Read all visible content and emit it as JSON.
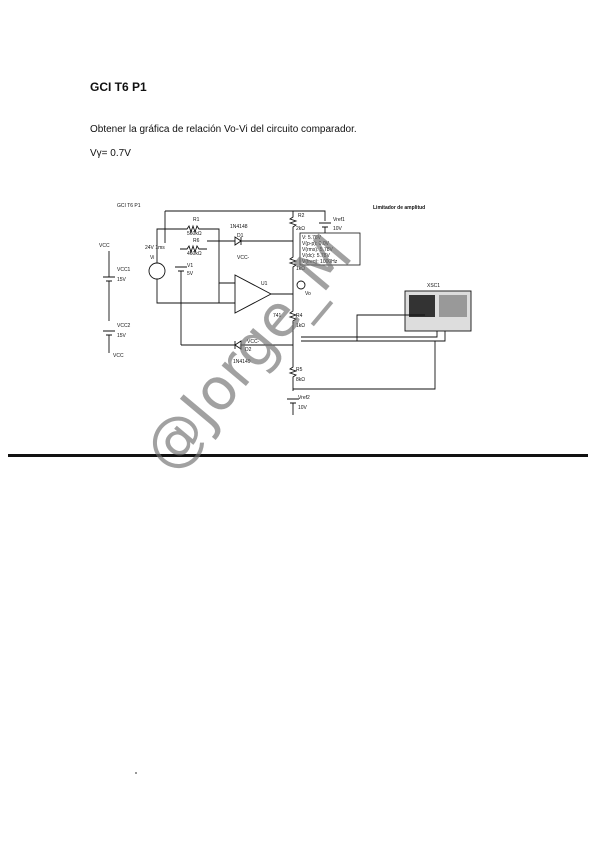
{
  "document": {
    "title": "GCI T6 P1",
    "prompt": "Obtener la gráfica de relación Vo-Vi del circuito comparador.",
    "vgamma": "Vγ= 0.7V",
    "watermark": "@Jorge_M"
  },
  "schematic": {
    "sheet_title": "GCI T6 P1",
    "limiter_title": "Limitador de amplitud",
    "components": {
      "r1": "R1",
      "r1_val": "560kΩ",
      "r6": "R6",
      "r6_val": "460kΩ",
      "r2": "R2",
      "r2_val": "2kΩ",
      "r4": "R4",
      "r5": "R5",
      "r5_val": "8kΩ",
      "r3_val": "1kΩ",
      "r4_val": "1kΩ",
      "d1": "1N4148",
      "d1_ref": "D1",
      "d2": "1N4149",
      "d2_ref": "D2",
      "u1": "U1",
      "v1": "V1",
      "v1_val": "5V",
      "vi": "Vi",
      "vi_val": "24V 1ms",
      "vref1": "Vref1",
      "vref1_val": "10V",
      "vref2": "Vref2",
      "vref2_val": "10V",
      "vcc1": "VCC1",
      "vcc1_val": "15V",
      "vcc2": "VCC2",
      "vcc2_val": "15V",
      "vcc_top": "VCC",
      "vcc_bottom": "VCC",
      "vcc_minus_top": "VCC-",
      "vcc_minus_bottom": "VCC-",
      "xsc1": "XSC1",
      "v41": "741",
      "vo": "Vo"
    },
    "meter_lines": [
      "V: 5.78V",
      "V(p-p): 0.0V",
      "V(rms): 5.78V",
      "V(dc): 5.78V",
      "V(freq): 1000Hz"
    ]
  }
}
